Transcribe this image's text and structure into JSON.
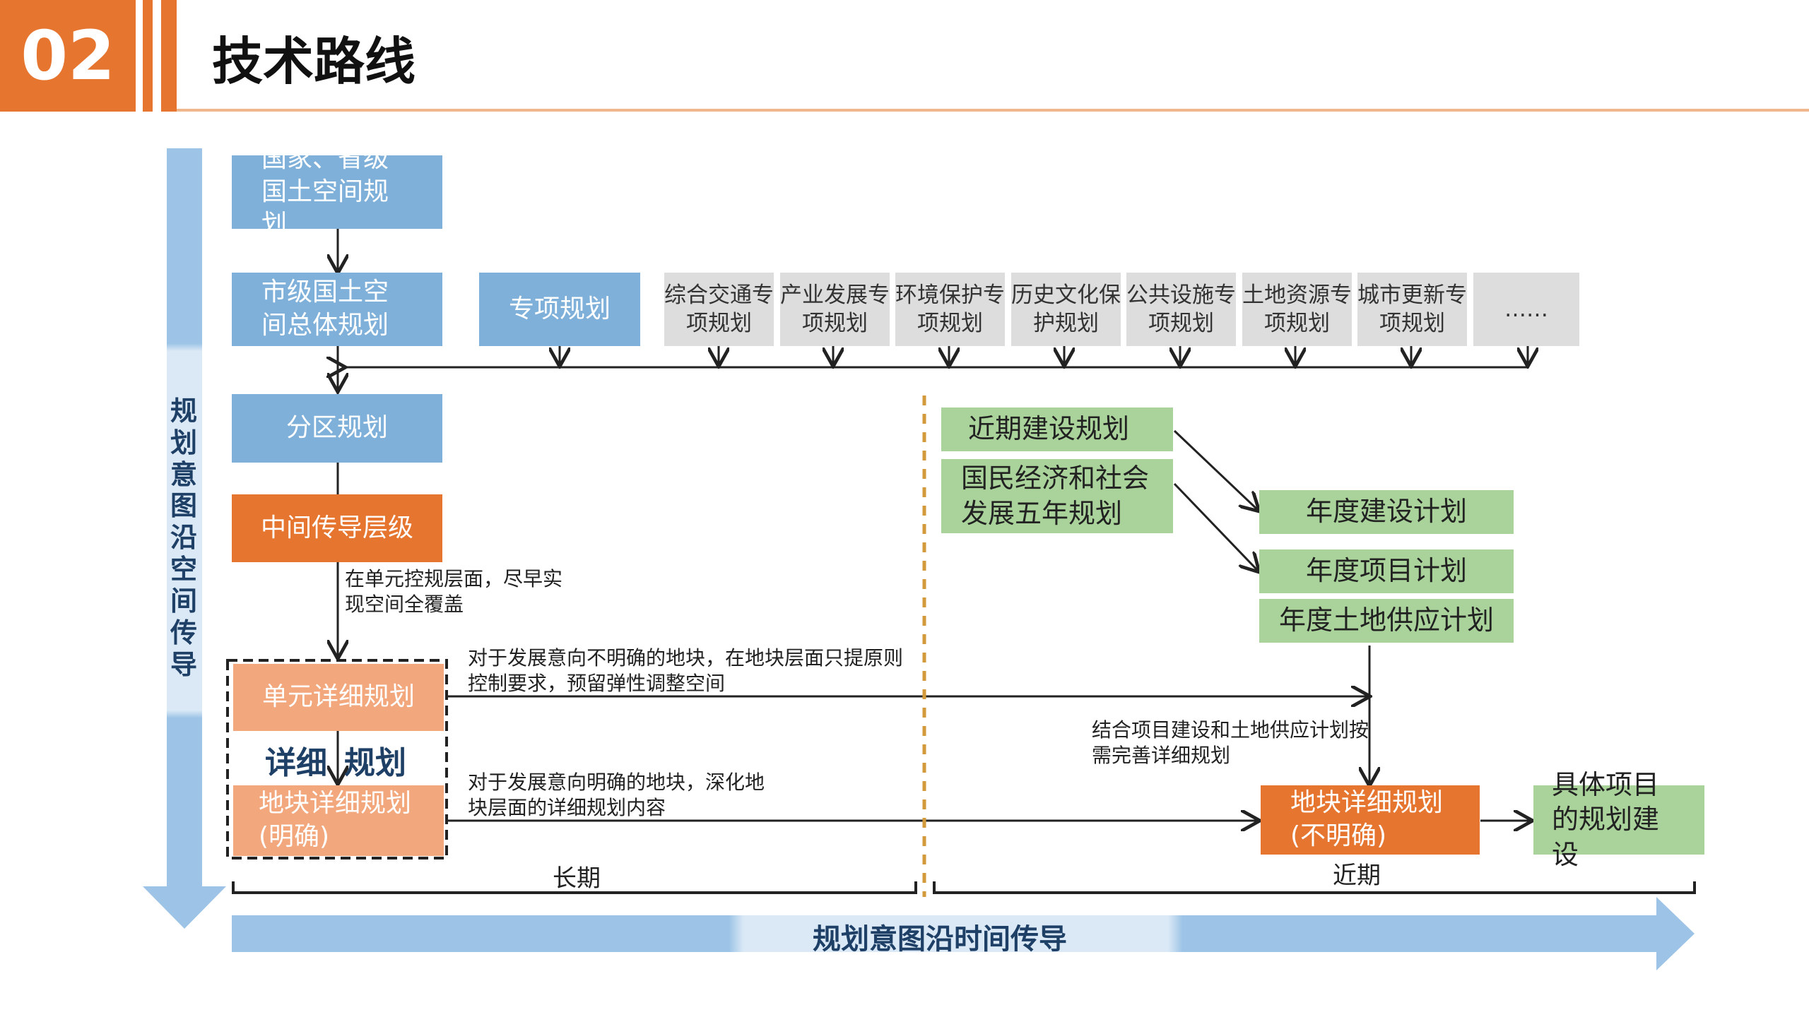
{
  "header": {
    "number": "02",
    "title": "技术路线"
  },
  "diagram": {
    "vertical_axis_label": "规划意图沿空间传导",
    "horizontal_axis_label": "规划意图沿时间传导",
    "national": "国家、省级国土空间规划",
    "municipal": "市级国土空间总体规划",
    "special": "专项规划",
    "special_items": [
      "综合交通专项规划",
      "产业发展专项规划",
      "环境保护专项规划",
      "历史文化保护规划",
      "公共设施专项规划",
      "土地资源专项规划",
      "城市更新专项规划",
      "……"
    ],
    "district": "分区规划",
    "intermediate": "中间传导层级",
    "note_coverage": "在单元控规层面，尽早实现空间全覆盖",
    "unit_detail": "单元详细规划",
    "detail_label_a": "详细",
    "detail_label_b": "规划",
    "plot_clear": "地块详细规划(明确)",
    "note_unclear": "对于发展意向不明确的地块，在地块层面只提原则控制要求，预留弹性调整空间",
    "note_clear": "对于发展意向明确的地块，深化地块层面的详细规划内容",
    "near_build": "近期建设规划",
    "five_year": "国民经济和社会发展五年规划",
    "annual_build": "年度建设计划",
    "annual_project": "年度项目计划",
    "annual_land": "年度土地供应计划",
    "note_combine": "结合项目建设和土地供应计划按需完善详细规划",
    "plot_unclear": "地块详细规划(不明确)",
    "specific": "具体项目的规划建设",
    "long_term": "长期",
    "short_term": "近期"
  },
  "colors": {
    "accent_orange": "#e6752f",
    "blue_box": "#7fb0d9",
    "green_box": "#a9d39a",
    "peach_box": "#f2a77d",
    "grey_box": "#dddddd"
  }
}
